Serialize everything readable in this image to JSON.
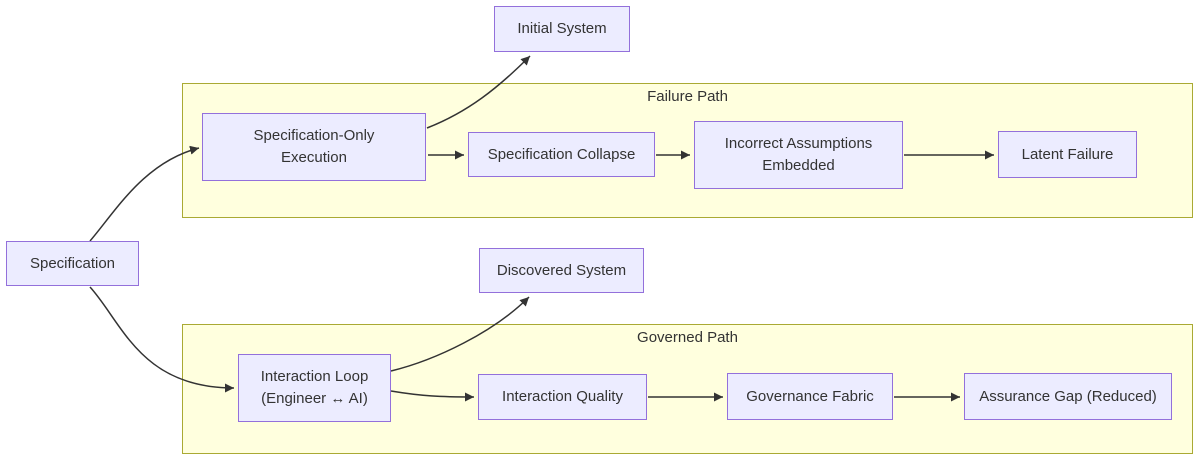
{
  "colors": {
    "node_fill": "#ECECFF",
    "node_border": "#9370DB",
    "cluster_fill": "#FFFFDE",
    "cluster_border": "#AAAA33",
    "edge": "#333333",
    "text": "#333333",
    "background": "#FFFFFF"
  },
  "clusters": {
    "failure": {
      "label": "Failure Path"
    },
    "governed": {
      "label": "Governed Path"
    }
  },
  "nodes": {
    "specification": {
      "label": "Specification"
    },
    "initial_system": {
      "label": "Initial System"
    },
    "spec_only_execution": {
      "label": "Specification-Only\nExecution"
    },
    "spec_collapse": {
      "label": "Specification Collapse"
    },
    "incorrect_assumptions": {
      "label": "Incorrect Assumptions\nEmbedded"
    },
    "latent_failure": {
      "label": "Latent Failure"
    },
    "discovered_system": {
      "label": "Discovered System"
    },
    "interaction_loop": {
      "label": "Interaction Loop\n(Engineer ↔ AI)"
    },
    "interaction_quality": {
      "label": "Interaction Quality"
    },
    "governance_fabric": {
      "label": "Governance Fabric"
    },
    "assurance_gap": {
      "label": "Assurance Gap (Reduced)"
    }
  },
  "edges": [
    {
      "from": "specification",
      "to": "spec_only_execution"
    },
    {
      "from": "specification",
      "to": "interaction_loop"
    },
    {
      "from": "spec_only_execution",
      "to": "initial_system"
    },
    {
      "from": "spec_only_execution",
      "to": "spec_collapse"
    },
    {
      "from": "spec_collapse",
      "to": "incorrect_assumptions"
    },
    {
      "from": "incorrect_assumptions",
      "to": "latent_failure"
    },
    {
      "from": "interaction_loop",
      "to": "discovered_system"
    },
    {
      "from": "interaction_loop",
      "to": "interaction_quality"
    },
    {
      "from": "interaction_quality",
      "to": "governance_fabric"
    },
    {
      "from": "governance_fabric",
      "to": "assurance_gap"
    }
  ]
}
